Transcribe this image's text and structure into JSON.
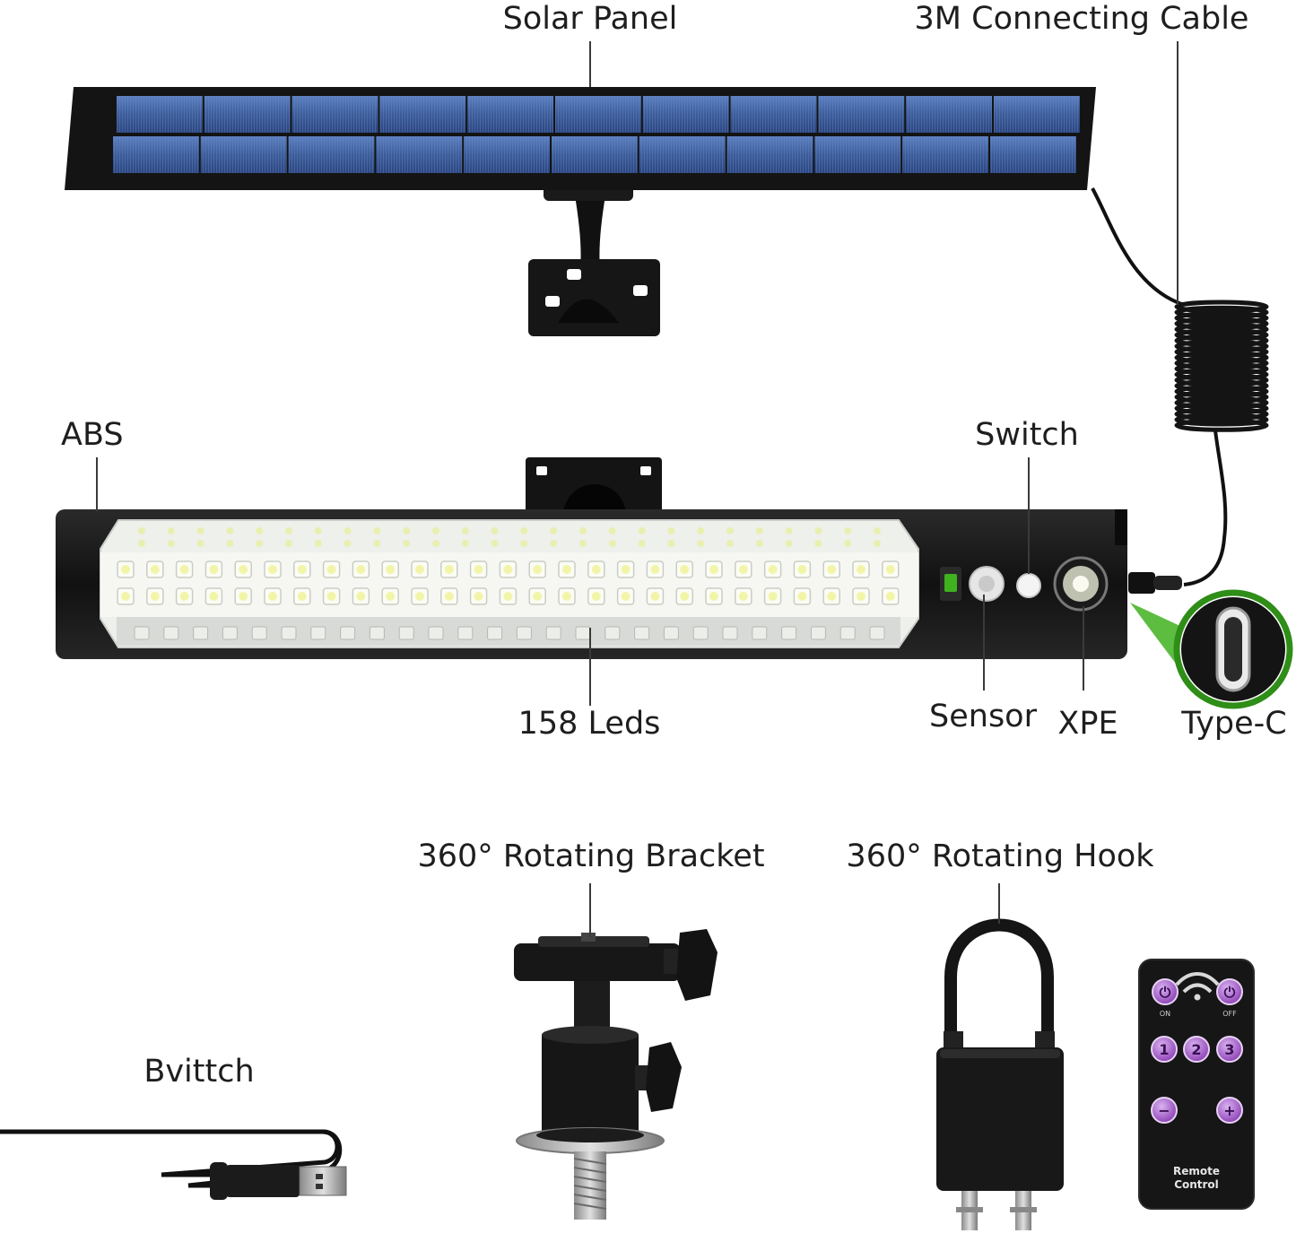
{
  "labels": {
    "solar_panel": "Solar Panel",
    "cable": "3M Connecting Cable",
    "abs": "ABS",
    "switch": "Switch",
    "leds": "158 Leds",
    "sensor": "Sensor",
    "xpe": "XPE",
    "type_c": "Type-C",
    "bracket": "360° Rotating Bracket",
    "hook": "360° Rotating Hook",
    "usb_cable": "Bvittch"
  },
  "remote": {
    "on": "ON",
    "off": "OFF",
    "mode1": "1",
    "mode2": "2",
    "mode3": "3",
    "minus": "−",
    "plus": "+",
    "title_line1": "Remote",
    "title_line2": "Control"
  },
  "colors": {
    "panel_cell": "#3d5d9a",
    "housing": "#151515",
    "led": "#f2f5ea",
    "remote_button": "#9a4bc0",
    "accent_green": "#3fb21f"
  },
  "led_count": 158
}
